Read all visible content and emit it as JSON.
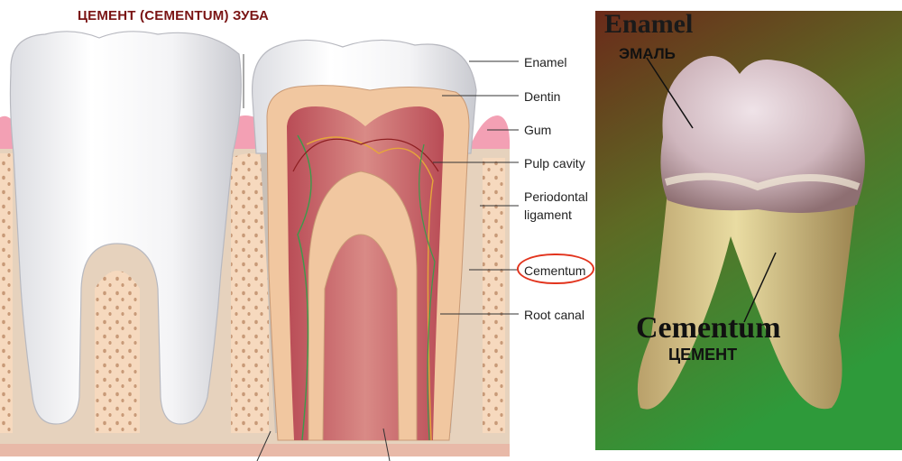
{
  "title": "ЦЕМЕНТ (CEMENTUM) ЗУБА",
  "labels": {
    "enamel": "Enamel",
    "dentin": "Dentin",
    "gum": "Gum",
    "pulp_cavity": "Pulp cavity",
    "periodontal_line1": "Periodontal",
    "periodontal_line2": "ligament",
    "cementum": "Cementum",
    "root_canal": "Root canal"
  },
  "photo": {
    "enamel_en": "Enamel",
    "enamel_ru": "ЭМАЛЬ",
    "cementum_en": "Cementum",
    "cementum_ru": "ЦЕМЕНТ"
  },
  "colors": {
    "title": "#7a1414",
    "highlight_circle": "#e2341e",
    "enamel": "#f4f4f6",
    "dentin": "#f1c7a0",
    "pulp": "#c9646a",
    "gum": "#f3a0b4",
    "bone": "#f6d9be",
    "photo_bg_top": "#6b2a1a",
    "photo_bg_bottom": "#2e9a3a"
  }
}
